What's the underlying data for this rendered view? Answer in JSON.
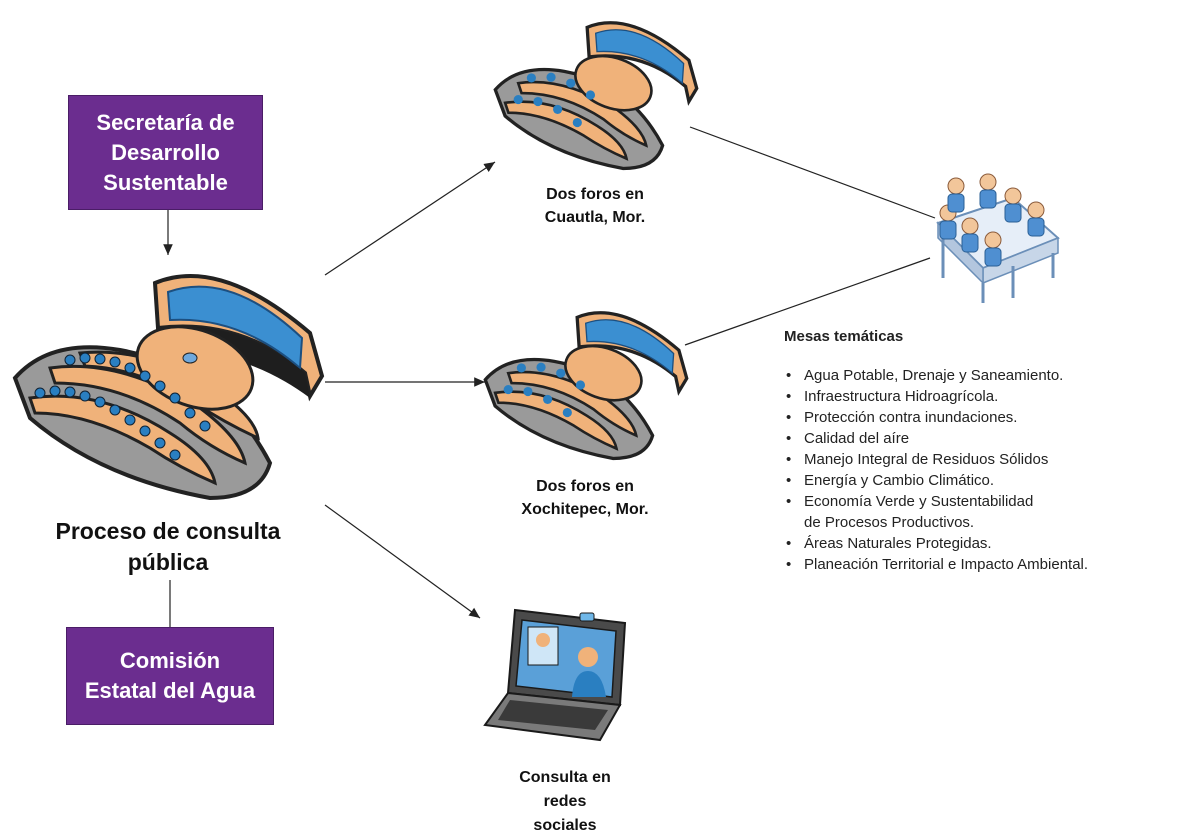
{
  "boxes": {
    "secretaria": [
      "Secretaría de",
      "Desarrollo",
      "Sustentable"
    ],
    "comision": [
      "Comisión",
      "Estatal del Agua"
    ]
  },
  "nodes": {
    "proceso": [
      "Proceso de consulta",
      "pública"
    ],
    "cuautla": [
      "Dos foros en",
      "Cuautla, Mor."
    ],
    "xochitepec": [
      "Dos foros en",
      "Xochitepec, Mor."
    ],
    "redes": [
      "Consulta en",
      "redes",
      "sociales"
    ]
  },
  "topics": {
    "title": "Mesas temáticas",
    "items": [
      "Agua Potable, Drenaje y Saneamiento.",
      "Infraestructura Hidroagrícola.",
      "Protección contra inundaciones.",
      "Calidad del aíre",
      "Manejo Integral de Residuos Sólidos",
      "Energía y Cambio Climático.",
      "Economía Verde y Sustentabilidad\nde Procesos Productivos.",
      "Áreas Naturales Protegidas.",
      "Planeación Territorial e Impacto Ambiental."
    ]
  },
  "icons": [
    "auditorium-icon",
    "meeting-table-icon",
    "laptop-video-icon"
  ],
  "colors": {
    "box_fill": "#6b2d8f",
    "desk_orange": "#f0b27a",
    "screen_blue": "#2a7fc1",
    "seat_gray": "#9a9a9a"
  }
}
